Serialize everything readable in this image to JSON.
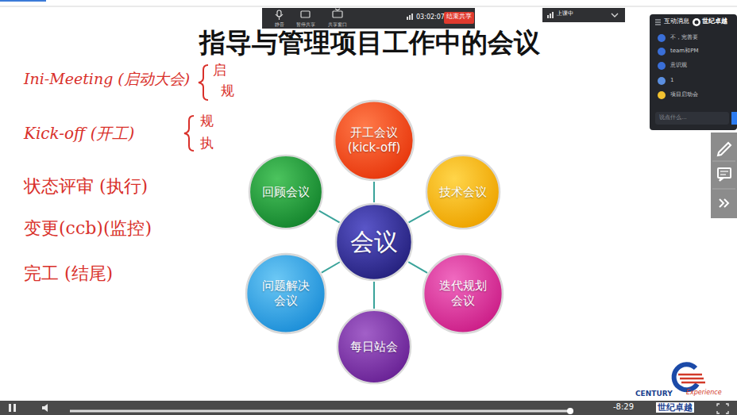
{
  "diagram": {
    "title": "指导与管理项目工作中的会议",
    "nodes": [
      {
        "text": [
          "开工会议 (kick-off)"
        ]
      },
      {
        "text": [
          "回顾会议"
        ]
      },
      {
        "text": [
          "技术会议"
        ]
      },
      {
        "text": [
          "会议"
        ]
      },
      {
        "text": [
          "问题解决 会议"
        ]
      },
      {
        "text": [
          "迭代规划 会议"
        ]
      },
      {
        "text": [
          "每日站会"
        ]
      }
    ],
    "edges": [
      {
        "from": 3,
        "to": 0,
        "arrow": "none"
      },
      {
        "from": 3,
        "to": 1,
        "arrow": "none"
      },
      {
        "from": 3,
        "to": 2,
        "arrow": "none"
      },
      {
        "from": 3,
        "to": 4,
        "arrow": "none"
      },
      {
        "from": 3,
        "to": 5,
        "arrow": "none"
      },
      {
        "from": 3,
        "to": 6,
        "arrow": "none"
      }
    ],
    "labels": [
      "Ini-Meeting (启动大会)",
      "启",
      "规",
      "Kick-off (开工)",
      "规",
      "执",
      "状态评审 (执行)",
      "变更(ccb)(监控)",
      "完工 (结尾)",
      "静音",
      "暂停共享",
      "共享窗口",
      "03:02:07",
      "结束共享",
      "上课中",
      "互动消息",
      "世纪卓越",
      "不，完善要",
      "team和PM",
      "意识观",
      "1",
      "项目启动会",
      "说点什么...",
      "-8:29",
      "CENTURY",
      "Experience",
      "世纪卓越"
    ]
  }
}
